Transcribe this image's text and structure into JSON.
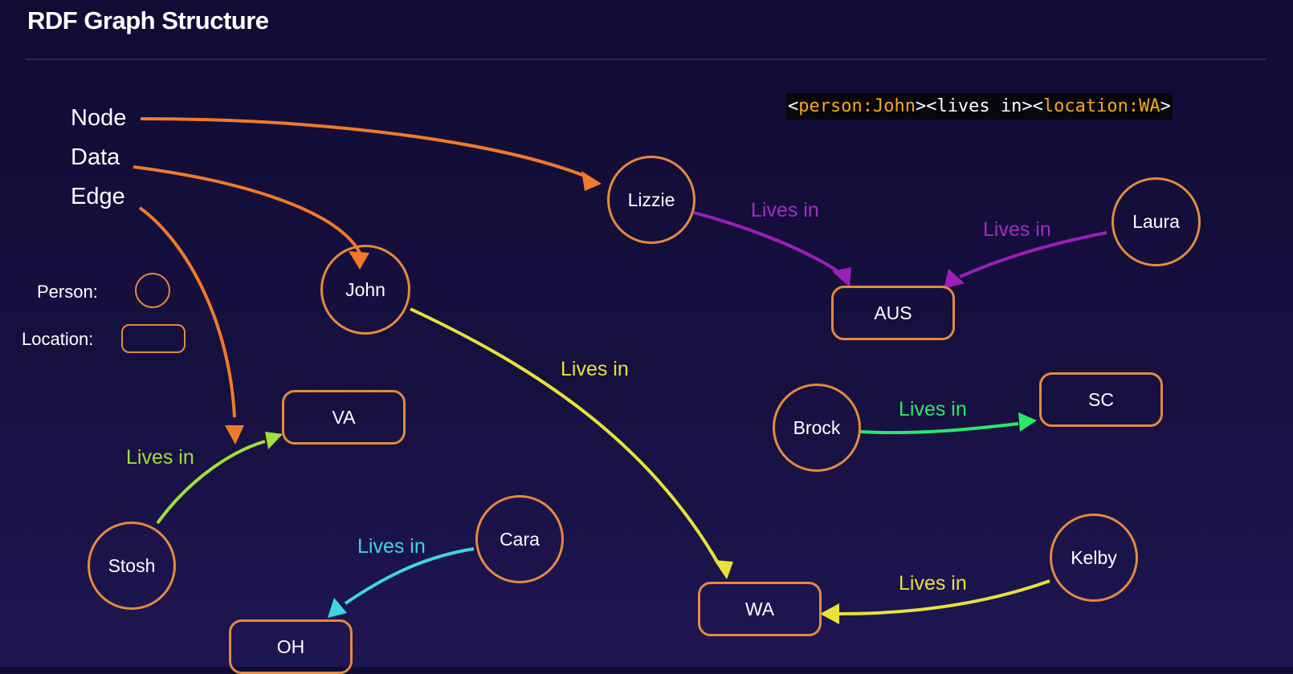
{
  "title": "RDF Graph Structure",
  "legend": {
    "node": "Node",
    "data": "Data",
    "edge": "Edge",
    "person": "Person:",
    "location": "Location:"
  },
  "triple": {
    "open1": "<",
    "subject": "person:John",
    "mid": "><lives in><",
    "object": "location:WA",
    "close": ">"
  },
  "people": {
    "lizzie": "Lizzie",
    "john": "John",
    "laura": "Laura",
    "brock": "Brock",
    "stosh": "Stosh",
    "cara": "Cara",
    "kelby": "Kelby"
  },
  "locations": {
    "aus": "AUS",
    "va": "VA",
    "sc": "SC",
    "wa": "WA",
    "oh": "OH"
  },
  "edges": {
    "lizzie_aus": "Lives in",
    "laura_aus": "Lives in",
    "john_wa": "Lives in",
    "brock_sc": "Lives in",
    "stosh_va": "Lives in",
    "cara_oh": "Lives in",
    "kelby_wa": "Lives in"
  },
  "colors": {
    "node_border": "#e58a3d",
    "pointer_arrows": "#f07a2a",
    "purple_edges": "#9b1fb8",
    "yellow_edges": "#e8e23a",
    "green_edge": "#2be86a",
    "lime_edge": "#9fe03a",
    "cyan_edge": "#3fd6e0"
  }
}
